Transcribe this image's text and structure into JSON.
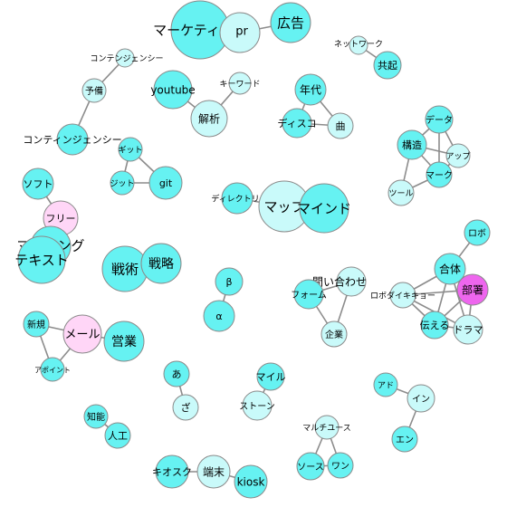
{
  "colors": {
    "cyan": "#66f2f2",
    "light": "#c9fafa",
    "pink": "#ffd6f7",
    "magenta": "#ee66ee",
    "edge": "#8c8c8c"
  },
  "nodes": [
    {
      "id": "marketing",
      "label": "マーケティング",
      "color": "cyan"
    },
    {
      "id": "pr",
      "label": "pr",
      "color": "light"
    },
    {
      "id": "ad",
      "label": "広告",
      "color": "cyan"
    },
    {
      "id": "network",
      "label": "ネットワーク",
      "color": "light"
    },
    {
      "id": "kyoki",
      "label": "共起",
      "color": "cyan"
    },
    {
      "id": "contingency1",
      "label": "コンテンジェンシー",
      "color": "light"
    },
    {
      "id": "yobi",
      "label": "予備",
      "color": "light"
    },
    {
      "id": "contingency2",
      "label": "コンティンジェンシー",
      "color": "cyan"
    },
    {
      "id": "youtube",
      "label": "youtube",
      "color": "cyan"
    },
    {
      "id": "keyword",
      "label": "キーワード",
      "color": "light"
    },
    {
      "id": "kaiseki",
      "label": "解析",
      "color": "light"
    },
    {
      "id": "nendai",
      "label": "年代",
      "color": "cyan"
    },
    {
      "id": "disco",
      "label": "ディスコ",
      "color": "cyan"
    },
    {
      "id": "kyoku",
      "label": "曲",
      "color": "light"
    },
    {
      "id": "data",
      "label": "データ",
      "color": "cyan"
    },
    {
      "id": "kouzou",
      "label": "構造",
      "color": "cyan"
    },
    {
      "id": "app",
      "label": "アップ",
      "color": "light"
    },
    {
      "id": "mark",
      "label": "マーク",
      "color": "cyan"
    },
    {
      "id": "tool",
      "label": "ツール",
      "color": "light"
    },
    {
      "id": "git-kana",
      "label": "ギット",
      "color": "cyan"
    },
    {
      "id": "jitto",
      "label": "ジット",
      "color": "cyan"
    },
    {
      "id": "git",
      "label": "git",
      "color": "cyan"
    },
    {
      "id": "soft",
      "label": "ソフト",
      "color": "cyan"
    },
    {
      "id": "free",
      "label": "フリー",
      "color": "pink"
    },
    {
      "id": "mining",
      "label": "マイニング",
      "color": "cyan"
    },
    {
      "id": "text",
      "label": "テキスト",
      "color": "cyan"
    },
    {
      "id": "directory",
      "label": "ディレクトリ",
      "color": "cyan"
    },
    {
      "id": "map",
      "label": "マップ",
      "color": "light"
    },
    {
      "id": "mind",
      "label": "マインド",
      "color": "cyan"
    },
    {
      "id": "robo",
      "label": "ロボ",
      "color": "cyan"
    },
    {
      "id": "gattai",
      "label": "合体",
      "color": "cyan"
    },
    {
      "id": "busho",
      "label": "部署",
      "color": "magenta"
    },
    {
      "id": "robodaikikyo",
      "label": "ロボダイキキョー",
      "color": "light"
    },
    {
      "id": "tsutaeru",
      "label": "伝える",
      "color": "cyan"
    },
    {
      "id": "drama",
      "label": "ドラマ",
      "color": "light"
    },
    {
      "id": "senjutsu",
      "label": "戦術",
      "color": "cyan"
    },
    {
      "id": "senryaku",
      "label": "戦略",
      "color": "cyan"
    },
    {
      "id": "beta",
      "label": "β",
      "color": "cyan"
    },
    {
      "id": "alpha",
      "label": "α",
      "color": "cyan"
    },
    {
      "id": "toiawase",
      "label": "問い合わせ",
      "color": "light"
    },
    {
      "id": "form",
      "label": "フォーム",
      "color": "cyan"
    },
    {
      "id": "kigyo",
      "label": "企業",
      "color": "light"
    },
    {
      "id": "shinki",
      "label": "新規",
      "color": "cyan"
    },
    {
      "id": "mail",
      "label": "メール",
      "color": "pink"
    },
    {
      "id": "eigyo",
      "label": "営業",
      "color": "cyan"
    },
    {
      "id": "appoint",
      "label": "アポイント",
      "color": "cyan"
    },
    {
      "id": "a-kana",
      "label": "あ",
      "color": "cyan"
    },
    {
      "id": "za",
      "label": "ざ",
      "color": "light"
    },
    {
      "id": "mile",
      "label": "マイル",
      "color": "cyan"
    },
    {
      "id": "stone",
      "label": "ストーン",
      "color": "light"
    },
    {
      "id": "ado",
      "label": "アド",
      "color": "cyan"
    },
    {
      "id": "in",
      "label": "イン",
      "color": "light"
    },
    {
      "id": "en",
      "label": "エン",
      "color": "cyan"
    },
    {
      "id": "chinou",
      "label": "知能",
      "color": "cyan"
    },
    {
      "id": "jinko",
      "label": "人工",
      "color": "cyan"
    },
    {
      "id": "multi",
      "label": "マルチユース",
      "color": "light"
    },
    {
      "id": "source",
      "label": "ソース",
      "color": "cyan"
    },
    {
      "id": "one",
      "label": "ワン",
      "color": "cyan"
    },
    {
      "id": "kiosk-kana",
      "label": "キオスク",
      "color": "cyan"
    },
    {
      "id": "tanmatsu",
      "label": "端末",
      "color": "light"
    },
    {
      "id": "kiosk",
      "label": "kiosk",
      "color": "cyan"
    }
  ],
  "edges": [
    [
      "marketing",
      "pr"
    ],
    [
      "pr",
      "ad"
    ],
    [
      "network",
      "kyoki"
    ],
    [
      "contingency1",
      "yobi"
    ],
    [
      "yobi",
      "contingency2"
    ],
    [
      "youtube",
      "kaiseki"
    ],
    [
      "keyword",
      "kaiseki"
    ],
    [
      "nendai",
      "disco"
    ],
    [
      "nendai",
      "kyoku"
    ],
    [
      "disco",
      "kyoku"
    ],
    [
      "data",
      "kouzou"
    ],
    [
      "data",
      "mark"
    ],
    [
      "data",
      "app"
    ],
    [
      "kouzou",
      "app"
    ],
    [
      "kouzou",
      "mark"
    ],
    [
      "app",
      "mark"
    ],
    [
      "kouzou",
      "tool"
    ],
    [
      "mark",
      "tool"
    ],
    [
      "git-kana",
      "jitto"
    ],
    [
      "git-kana",
      "git"
    ],
    [
      "jitto",
      "git"
    ],
    [
      "soft",
      "free"
    ],
    [
      "free",
      "text"
    ],
    [
      "mining",
      "text"
    ],
    [
      "directory",
      "map"
    ],
    [
      "map",
      "mind"
    ],
    [
      "robo",
      "gattai"
    ],
    [
      "gattai",
      "busho"
    ],
    [
      "gattai",
      "robodaikikyo"
    ],
    [
      "gattai",
      "tsutaeru"
    ],
    [
      "gattai",
      "drama"
    ],
    [
      "busho",
      "robodaikikyo"
    ],
    [
      "busho",
      "tsutaeru"
    ],
    [
      "busho",
      "drama"
    ],
    [
      "robodaikikyo",
      "tsutaeru"
    ],
    [
      "tsutaeru",
      "drama"
    ],
    [
      "robodaikikyo",
      "drama"
    ],
    [
      "senjutsu",
      "senryaku"
    ],
    [
      "beta",
      "alpha"
    ],
    [
      "toiawase",
      "form"
    ],
    [
      "form",
      "kigyo"
    ],
    [
      "toiawase",
      "kigyo"
    ],
    [
      "shinki",
      "mail"
    ],
    [
      "mail",
      "eigyo"
    ],
    [
      "mail",
      "appoint"
    ],
    [
      "shinki",
      "appoint"
    ],
    [
      "a-kana",
      "za"
    ],
    [
      "mile",
      "stone"
    ],
    [
      "ado",
      "in"
    ],
    [
      "in",
      "en"
    ],
    [
      "chinou",
      "jinko"
    ],
    [
      "multi",
      "source"
    ],
    [
      "multi",
      "one"
    ],
    [
      "source",
      "one"
    ],
    [
      "kiosk-kana",
      "tanmatsu"
    ],
    [
      "tanmatsu",
      "kiosk"
    ]
  ]
}
